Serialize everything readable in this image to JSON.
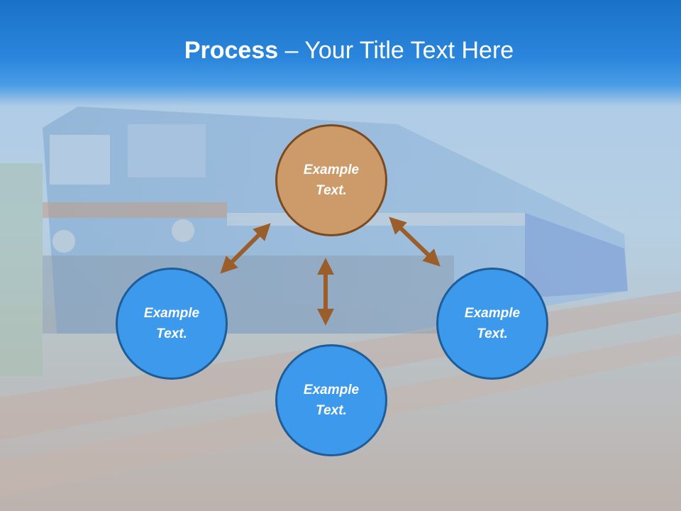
{
  "title": {
    "bold": "Process",
    "rest": " – Your Title Text Here"
  },
  "nodes": {
    "top": "Example Text.",
    "left": "Example Text.",
    "right": "Example Text.",
    "bottom": "Example Text."
  },
  "colors": {
    "header": "#1a72c7",
    "blue_node": "#3d99ec",
    "blue_border": "#1f5d99",
    "brown_node": "#cd9a69",
    "brown_border": "#7a4b22",
    "arrow": "#9b5e2a"
  },
  "icons": [
    "double-arrow-icon"
  ]
}
